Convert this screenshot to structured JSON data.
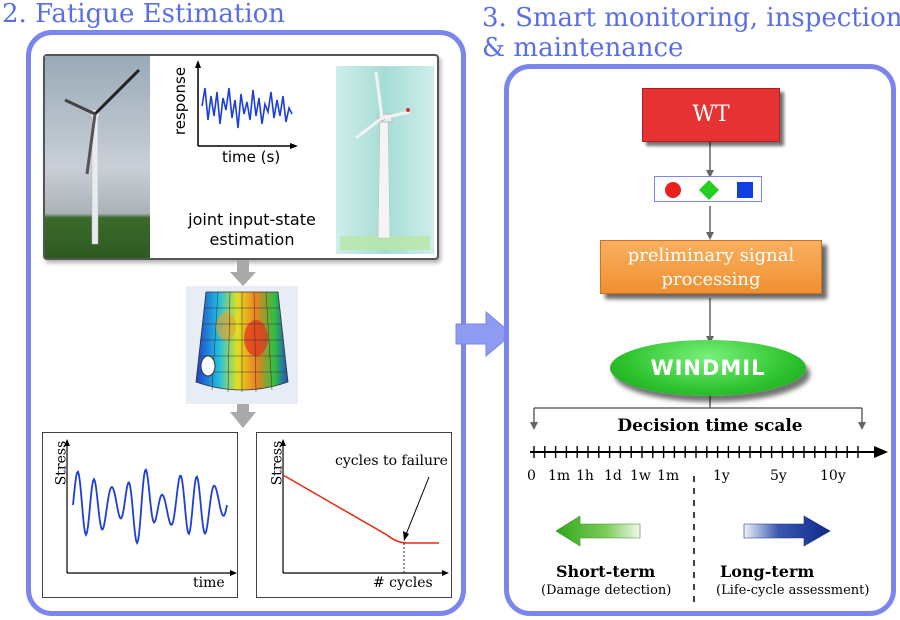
{
  "left": {
    "title": "2. Fatigue Estimation",
    "response_plot": {
      "ylabel": "response",
      "xlabel": "time (s)"
    },
    "estimation_label_line1": "joint input-state",
    "estimation_label_line2": "estimation",
    "stress_time_plot": {
      "ylabel": "Stress",
      "xlabel": "time"
    },
    "sn_plot": {
      "ylabel": "Stress",
      "xlabel": "# cycles",
      "annotation": "cycles to failure"
    }
  },
  "right": {
    "title_line1": "3. Smart monitoring, inspection",
    "title_line2": "& maintenance",
    "wt_label": "WT",
    "signal_box_label_line1": "preliminary signal",
    "signal_box_label_line2": "processing",
    "windmil_label": "WINDMIL",
    "timescale_title": "Decision time scale",
    "tick_labels": [
      "0",
      "1m",
      "1h",
      "1d",
      "1w",
      "1m",
      "1y",
      "5y",
      "10y"
    ],
    "short_term": {
      "title": "Short-term",
      "subtitle": "(Damage detection)"
    },
    "long_term": {
      "title": "Long-term",
      "subtitle": "(Life-cycle assessment)"
    },
    "colors": {
      "wt_box": "#e63232",
      "signal_box": "#f5a040",
      "windmil": "#2ec42e",
      "panel_border": "#7a86ee"
    }
  }
}
